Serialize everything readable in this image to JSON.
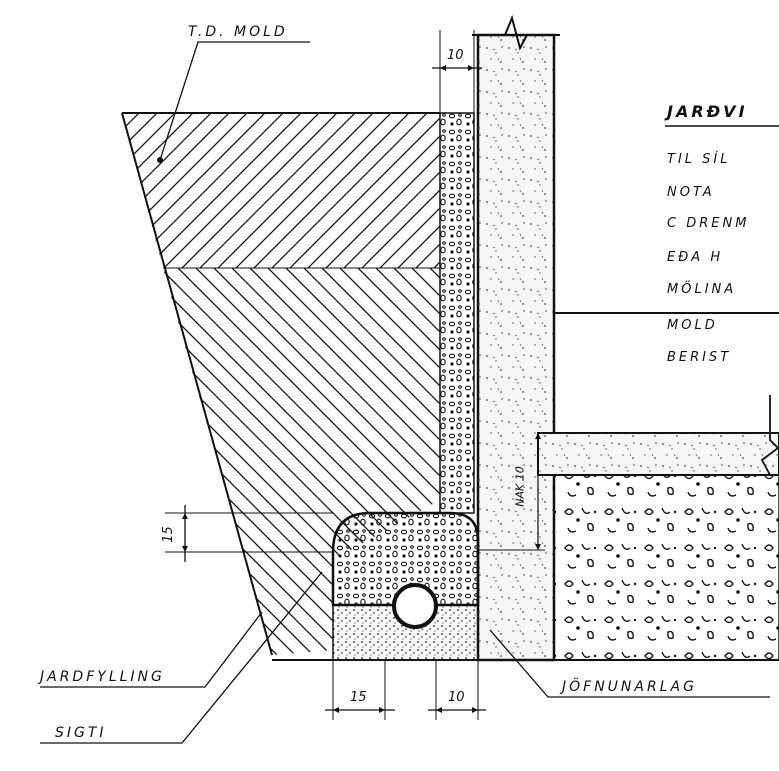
{
  "labels": {
    "top_soil": "T.D. MOLD",
    "backfill": "JARDFYLLING",
    "filter_layer": "SIGTI",
    "compacted_layer": "JÖFNUNARLAG"
  },
  "dimensions": {
    "top_gap": "10",
    "bottom_left_width": "15",
    "bottom_right_width": "10",
    "left_height": "15",
    "vertical_note": "NAK 10"
  },
  "notes": {
    "heading": "JARÐVI",
    "lines": [
      "TIL  SÍL",
      "NOTA",
      "C DRENM",
      "EÐA   H",
      "MÖLINA",
      "MOLD",
      "BERIST"
    ]
  }
}
